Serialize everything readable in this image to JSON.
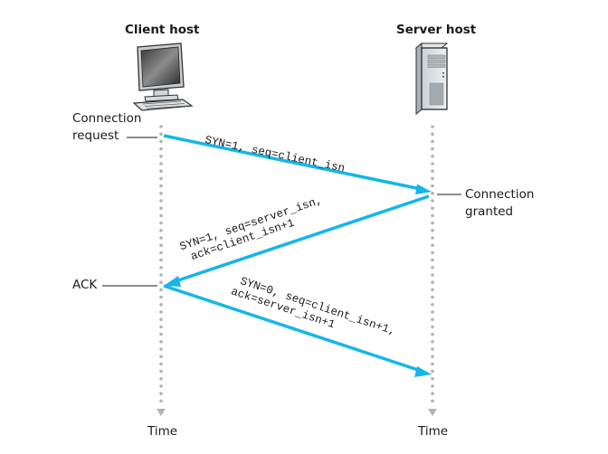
{
  "hosts": {
    "client": {
      "title": "Client host",
      "icon": "desktop-computer-icon",
      "time_label": "Time"
    },
    "server": {
      "title": "Server host",
      "icon": "tower-server-icon",
      "time_label": "Time"
    }
  },
  "annotations": {
    "connection_request": [
      "Connection",
      "request"
    ],
    "connection_granted": [
      "Connection",
      "granted"
    ],
    "ack": "ACK"
  },
  "messages": [
    {
      "direction": "client-to-server",
      "lines": [
        "SYN=1, seq=client_isn"
      ]
    },
    {
      "direction": "server-to-client",
      "lines": [
        "SYN=1, seq=server_isn,",
        "ack=client_isn+1"
      ]
    },
    {
      "direction": "client-to-server",
      "lines": [
        "SYN=0, seq=client_isn+1,",
        "ack=server_isn+1"
      ]
    }
  ],
  "colors": {
    "arrow": "#15b6e8",
    "timeline": "#b3b3b3",
    "text": "#1a1a1a"
  }
}
